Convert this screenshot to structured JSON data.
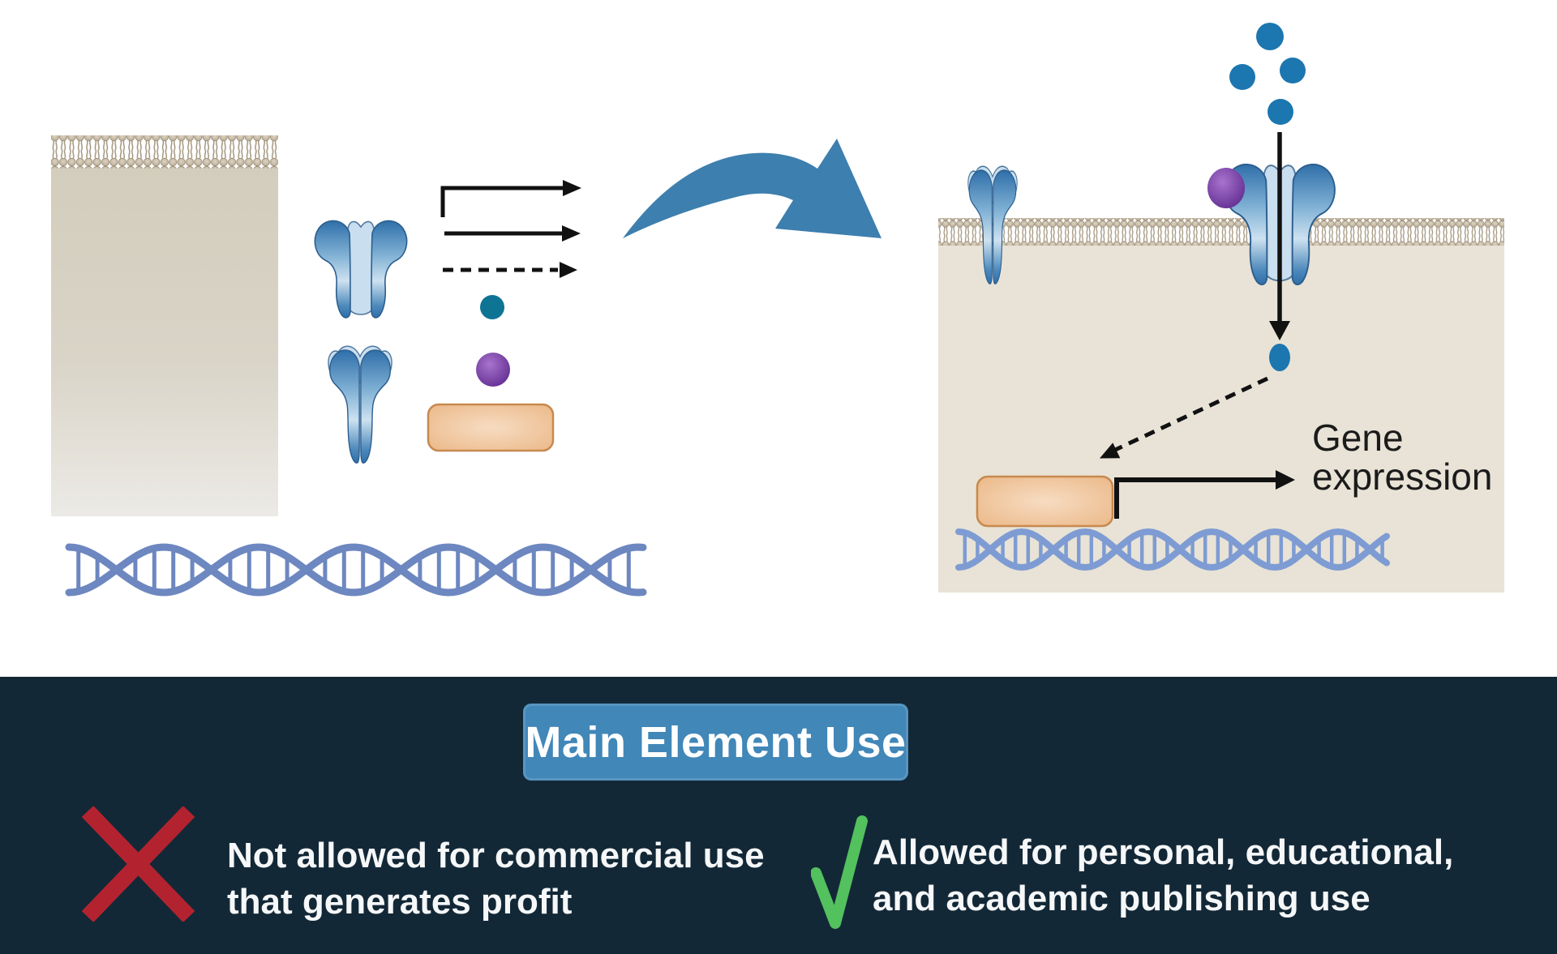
{
  "diagram": {
    "gene_expression_line1": "Gene",
    "gene_expression_line2": "expression",
    "scene_description": "cell signaling pathway: ligand binds membrane receptor channel leading to gene expression"
  },
  "usage_panel": {
    "title": "Main Element Use",
    "prohibited_line1": "Not allowed for commercial use",
    "prohibited_line2": "that generates profit",
    "allowed_line1": "Allowed for personal, educational,",
    "allowed_line2": "and academic publishing use"
  },
  "icons": {
    "cross": "x-mark-icon",
    "check": "check-icon",
    "swoosh": "curved-arrow-icon",
    "solid_arrow": "solid-arrow-icon",
    "dashed_arrow": "dashed-arrow-icon",
    "promoter_arrow": "promoter-elbow-arrow-icon"
  },
  "colors": {
    "panel_bg": "#132837",
    "badge_bg": "#4187b8",
    "cross_red": "#b3232f",
    "check_green": "#52c15e",
    "swoosh_blue": "#3d7fae",
    "ligand_blue": "#1c76af",
    "messenger_teal": "#0e7494",
    "inhibitor_purple": "#7b3fa0",
    "tf_orange_fill": "#eec096",
    "tf_orange_stroke": "#c8894e",
    "cell_beige": "#e8e3d6",
    "membrane_tan": "#b3a794",
    "dna_blue_left": "#6d87c0",
    "dna_blue_right": "#7e9cd3",
    "receptor_dark_blue": "#2f6fa9",
    "receptor_light_blue": "#c9deee",
    "text_black": "#1b1b1b",
    "text_white": "#f5f7f8"
  }
}
